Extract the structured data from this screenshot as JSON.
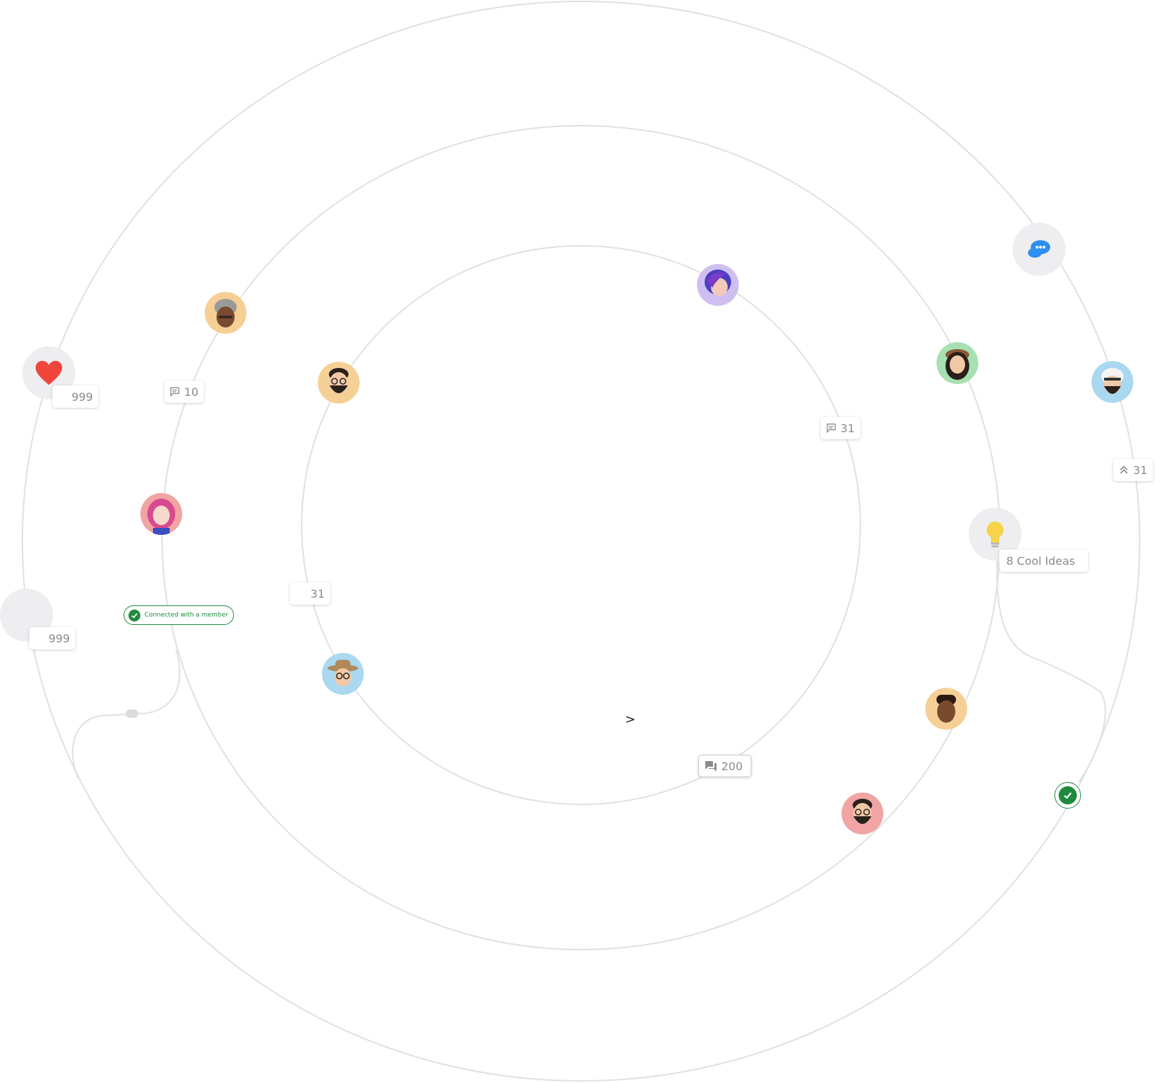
{
  "counters": {
    "heart_count": "999",
    "gray_bubble_count": "999",
    "comments_left": "10",
    "plain_count": "31",
    "comments_right": "31",
    "upvotes": "31",
    "chat_count": "200",
    "ideas": "8 Cool Ideas"
  },
  "badges": {
    "connected": "Connected with a member"
  },
  "colors": {
    "ring": "#dcdcdc",
    "success": "#1e8a3c",
    "heart": "#f0453a",
    "chat": "#2d8ff0",
    "bulb": "#f7d34a",
    "bubble_bg": "#eeeef1"
  },
  "misc": {
    "cursor_glyph": ">"
  }
}
